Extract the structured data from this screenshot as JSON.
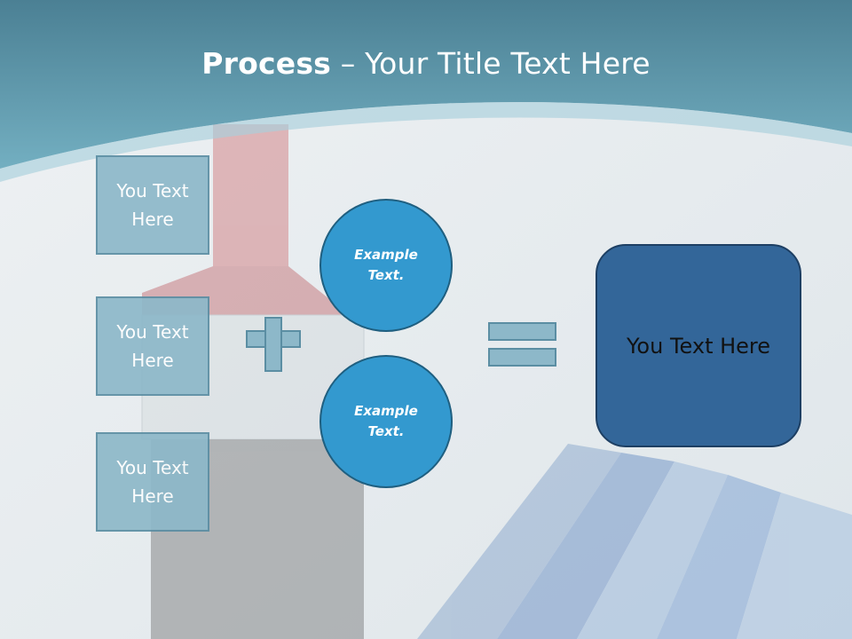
{
  "slide": {
    "title_bold": "Process",
    "title_rest": " – Your Title Text Here"
  },
  "inputs": [
    {
      "label": "You Text Here"
    },
    {
      "label": "You Text Here"
    },
    {
      "label": "You Text Here"
    }
  ],
  "operators": {
    "plus": "plus-sign",
    "equals": "equals-sign"
  },
  "circles": [
    {
      "label": "Example Text."
    },
    {
      "label": "Example Text."
    }
  ],
  "result": {
    "label": "You Text Here"
  },
  "colors": {
    "header_teal": "#5f9fb5",
    "box_fill": "#8db8c9",
    "box_border": "#5b8ea3",
    "circle_fill": "#3399cf",
    "result_fill": "#336699"
  }
}
